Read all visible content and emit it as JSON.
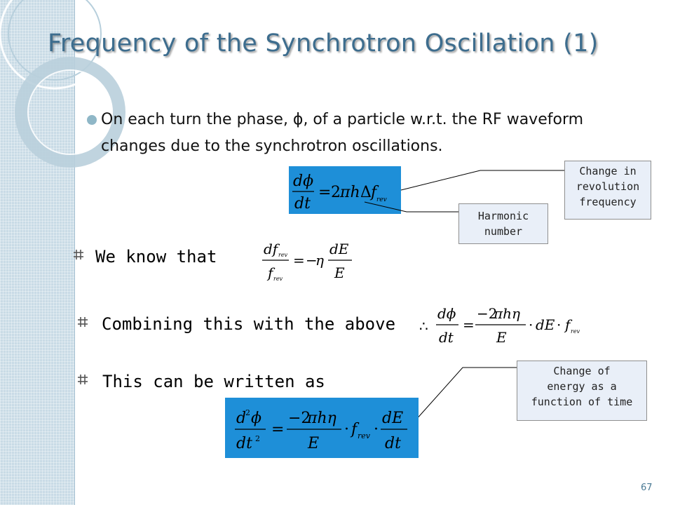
{
  "slide": {
    "title": "Frequency of the Synchrotron Oscillation (1)",
    "page_number": "67"
  },
  "bullet": {
    "text": "On each turn the phase, ϕ, of a particle w.r.t. the RF waveform changes due to the synchrotron oscillations."
  },
  "callouts": {
    "revolution": [
      "Change in",
      "revolution",
      "frequency"
    ],
    "harmonic": [
      "Harmonic",
      "number"
    ],
    "energy": [
      "Change of",
      "energy as a",
      "function of time"
    ]
  },
  "subpoints": [
    {
      "text": "We know that"
    },
    {
      "text": "Combining this with the above"
    },
    {
      "text": "This can be written as"
    }
  ],
  "colors": {
    "title": "#3d6d8e",
    "equation_box": "#1e8fd8",
    "callout_bg": "#e9eff8",
    "sidebar": "#c9dbe6",
    "bullet": "#8fb7c7"
  }
}
